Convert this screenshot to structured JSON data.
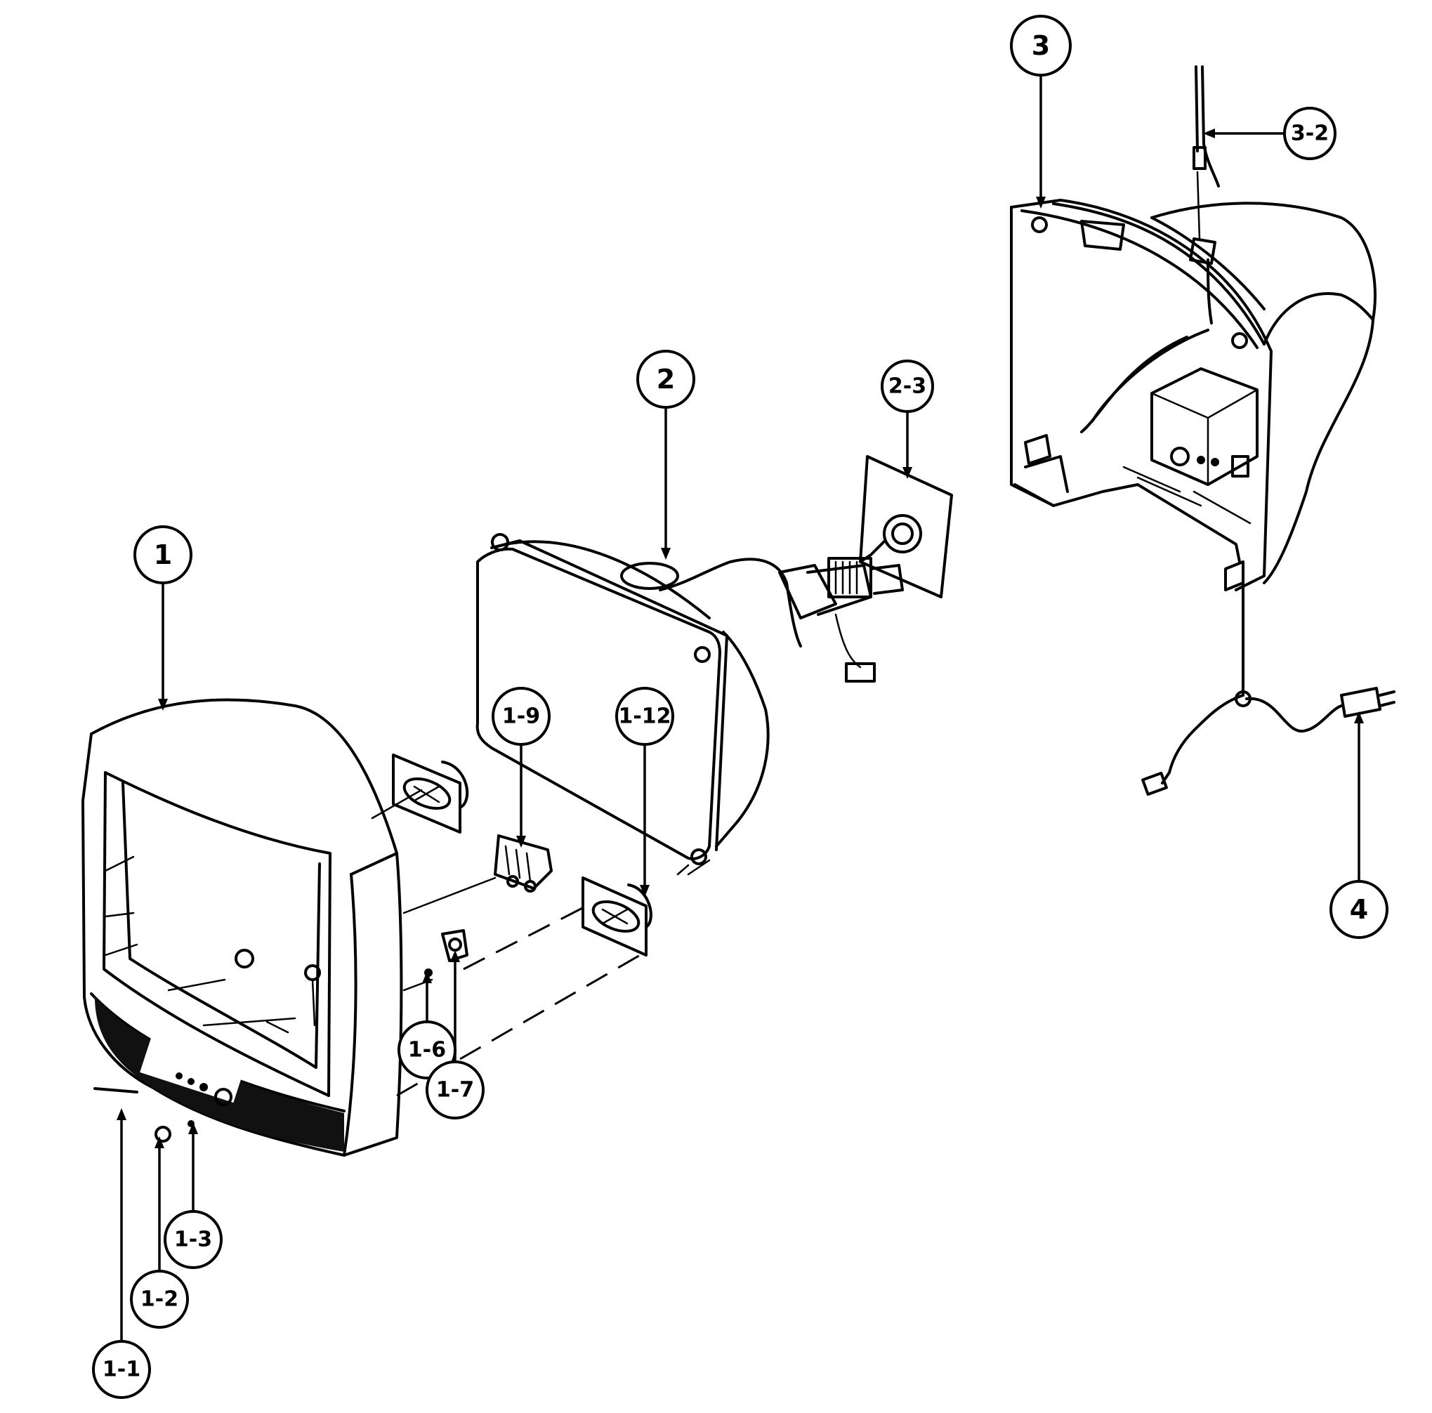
{
  "diagram": {
    "callouts": [
      {
        "id": "c1",
        "label": "1"
      },
      {
        "id": "c1-1",
        "label": "1-1"
      },
      {
        "id": "c1-2",
        "label": "1-2"
      },
      {
        "id": "c1-3",
        "label": "1-3"
      },
      {
        "id": "c1-6",
        "label": "1-6"
      },
      {
        "id": "c1-7",
        "label": "1-7"
      },
      {
        "id": "c1-9",
        "label": "1-9"
      },
      {
        "id": "c1-12",
        "label": "1-12"
      },
      {
        "id": "c2",
        "label": "2"
      },
      {
        "id": "c2-3",
        "label": "2-3"
      },
      {
        "id": "c3",
        "label": "3"
      },
      {
        "id": "c3-2",
        "label": "3-2"
      },
      {
        "id": "c4",
        "label": "4"
      }
    ],
    "parts": [
      {
        "name": "front-cabinet"
      },
      {
        "name": "picture-tube"
      },
      {
        "name": "neck-board"
      },
      {
        "name": "rear-cabinet"
      },
      {
        "name": "power-cord"
      },
      {
        "name": "speaker-left"
      },
      {
        "name": "speaker-right"
      },
      {
        "name": "bracket"
      },
      {
        "name": "clip"
      }
    ]
  }
}
